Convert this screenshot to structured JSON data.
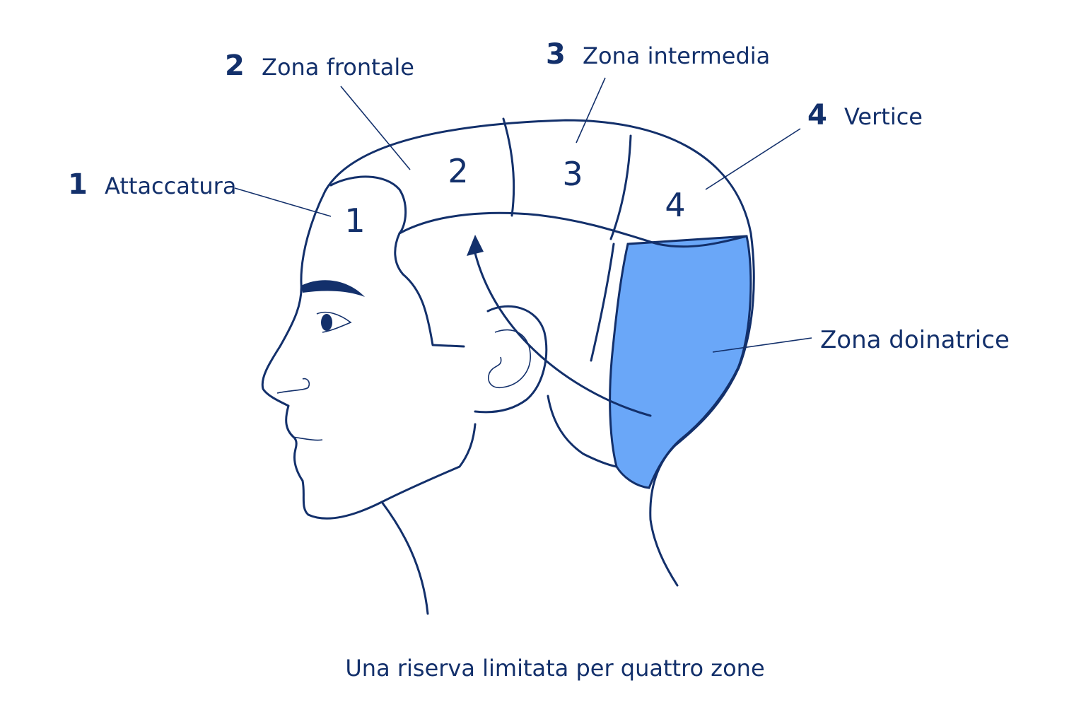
{
  "zones": [
    {
      "number": "1",
      "label": "Attaccatura",
      "marker": "1"
    },
    {
      "number": "2",
      "label": "Zona frontale",
      "marker": "2"
    },
    {
      "number": "3",
      "label": "Zona intermedia",
      "marker": "3"
    },
    {
      "number": "4",
      "label": "Vertice",
      "marker": "4"
    }
  ],
  "donor": {
    "label": "Zona doinatrice",
    "color": "#6aa7f8"
  },
  "caption": "Una riserva limitata per quattro zone",
  "colors": {
    "ink": "#13306b",
    "background": "#ffffff"
  }
}
